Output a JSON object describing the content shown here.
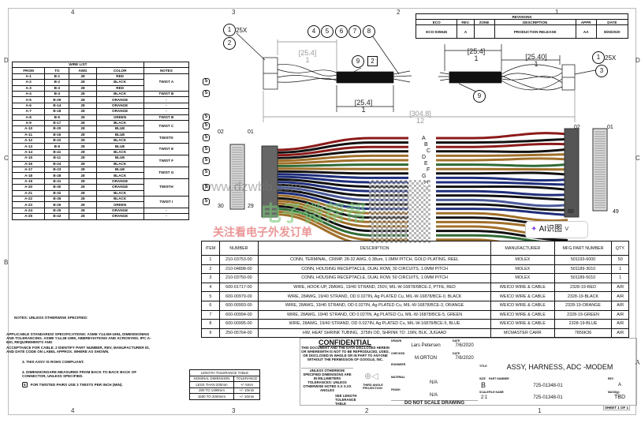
{
  "zones": {
    "top": [
      "4",
      "3",
      "2",
      "1"
    ],
    "side": [
      "D",
      "C",
      "B",
      "A"
    ]
  },
  "wire_list": {
    "title": "WIRE LIST",
    "headers": [
      "FROM",
      "TO",
      "AWG",
      "COLOR",
      "NOTES"
    ],
    "rows": [
      [
        "A-1",
        "B-1",
        "28",
        "RED"
      ],
      [
        "A-2",
        "B-2",
        "28",
        "BLACK"
      ],
      [
        "A-3",
        "B-3",
        "28",
        "RED"
      ],
      [
        "A-4",
        "B-4",
        "28",
        "BLACK"
      ],
      [
        "A-5",
        "B-29",
        "28",
        "ORANGE"
      ],
      [
        "A-6",
        "B-14",
        "28",
        "ORANGE"
      ],
      [
        "A-7",
        "B-18",
        "28",
        "ORANGE"
      ],
      [
        "A-8",
        "B-5",
        "28",
        "GREEN"
      ],
      [
        "A-9",
        "B-17",
        "28",
        "BLACK"
      ],
      [
        "A-10",
        "B-20",
        "28",
        "BLUE"
      ],
      [
        "A-11",
        "B-16",
        "28",
        "BLUE"
      ],
      [
        "A-12",
        "B-22",
        "28",
        "BLACK"
      ],
      [
        "A-13",
        "B-8",
        "28",
        "BLUE"
      ],
      [
        "A-14",
        "B-41",
        "28",
        "BLACK"
      ],
      [
        "A-15",
        "B-11",
        "28",
        "BLUE"
      ],
      [
        "A-16",
        "B-24",
        "28",
        "BLACK"
      ],
      [
        "A-17",
        "B-23",
        "28",
        "BLUE"
      ],
      [
        "A-18",
        "B-28",
        "28",
        "BLACK"
      ],
      [
        "A-19",
        "B-31",
        "28",
        "ORANGE"
      ],
      [
        "A-20",
        "B-30",
        "28",
        "ORANGE"
      ],
      [
        "A-21",
        "B-32",
        "28",
        "BLACK"
      ],
      [
        "A-22",
        "B-35",
        "28",
        "BLACK"
      ],
      [
        "A-23",
        "B-26",
        "28",
        "GREEN"
      ],
      [
        "A-24",
        "B-25",
        "28",
        "ORANGE"
      ],
      [
        "A-25",
        "B-43",
        "28",
        "ORANGE"
      ]
    ],
    "notes": [
      {
        "label": "TWIST A",
        "rows": 3,
        "flag": "5"
      },
      {
        "label": "TWIST B",
        "rows": 1,
        "flag": "5"
      },
      {
        "label": "-",
        "rows": 1
      },
      {
        "label": "-",
        "rows": 1
      },
      {
        "label": "-",
        "rows": 1
      },
      {
        "label": "TWIST B",
        "rows": 1,
        "flag": "5"
      },
      {
        "label": "TWIST C",
        "rows": 2,
        "flag": "5"
      },
      {
        "label": "TWISTD",
        "rows": 2,
        "flag": "5"
      },
      {
        "label": "TWIST E",
        "rows": 2,
        "flag": "5"
      },
      {
        "label": "TWIST F",
        "rows": 2,
        "flag": "5"
      },
      {
        "label": "TWIST G",
        "rows": 2,
        "flag": "5"
      },
      {
        "label": "TWISTH",
        "rows": 3,
        "flag": "5"
      },
      {
        "label": "TWIST I",
        "rows": 2,
        "flag": "5"
      },
      {
        "label": "-",
        "rows": 1
      },
      {
        "label": "-",
        "rows": 1
      }
    ]
  },
  "revisions": {
    "title": "REVISIONS",
    "headers": [
      "ECO",
      "REV.",
      "ZONE",
      "DESCRIPTION",
      "APPR",
      "DATE"
    ],
    "row": [
      "ECO-035945",
      "A",
      "",
      "PRODUCTION RELEASE",
      "AA",
      "8/25/2020"
    ]
  },
  "bom": {
    "headers": [
      "ITEM",
      "NUMBER",
      "DESCRIPTION",
      "MANUFACTURER",
      "MFG PART NUMBER",
      "QTY."
    ],
    "rows": [
      [
        "1",
        "210-03753-00",
        "CONN, TERMINAL, CRIMP, 28-32 AWG, 0.38um, 1.0MM PITCH, GOLD PLATING, REEL",
        "MOLEX",
        "501193-6000",
        "50"
      ],
      [
        "2",
        "210-04898-00",
        "CONN, HOUSING RECEPTACLE, DUAL ROW, 30 CIRCUITS, 1.0MM PITCH",
        "MOLEX",
        "501189-3010",
        "1"
      ],
      [
        "3",
        "210-03750-00",
        "CONN, HOUSING RECEPTACLE, DUAL ROW, 50 CIRCUITS, 1.0MM PITCH",
        "MOLEX",
        "501189-5010",
        "1"
      ],
      [
        "4",
        "600-01717-00",
        "WIRE, HOOK-UP, 28AWG, 19/40 STRAND, 250V, MIL-W-16878/6BCE-2, PTFE, RED",
        "WEICO WIRE & CABLE",
        "2328-19-RED",
        "A/R"
      ],
      [
        "5",
        "600-00979-00",
        "WIRE, 28AWG, 19/40 STRAND, OD 0.027IN, Ag PLATED Cu, MIL-W-16878/BCE-0, BLACK",
        "WEICO WIRE & CABLE",
        "2328-19-BLACK",
        "A/R"
      ],
      [
        "6",
        "600-00993-00",
        "WIRE, 28AWG, 19/40 STRAND, OD 0.027IN, Ag PLATED Cu, MIL-W-16878/BCE-3, ORANGE",
        "WEICO WIRE & CABLE",
        "2328-19-ORANGE",
        "A/R"
      ],
      [
        "7",
        "600-00994-00",
        "WIRE, 28AWG, 19/40 STRAND, OD 0.027IN, Ag PLATED Cu, MIL-W-16878/BCE-5, GREEN",
        "WEICO WIRE & CABLE",
        "2328-19-GREEN",
        "A/R"
      ],
      [
        "8",
        "600-00995-00",
        "WIRE, 28AWG, 19/40 STRAND, OD 0.027IN, Ag PLATED Cu, MIL-W-16878/BCE-5, BLUE",
        "WEICO WIRE & CABLE",
        "2328-19-BLUE",
        "A/R"
      ],
      [
        "9",
        "250-05764-00",
        "HW, HEAT SHRINK TUBING, .375IN OD, SHRINK TO .19IN, BLK, JUGAAD",
        "MCMASTER CARR",
        "7856K36",
        "A/R"
      ]
    ]
  },
  "drawing": {
    "balloons": {
      "b1": "1",
      "b1_qty": "25X",
      "b2": "2",
      "b4": "4",
      "b5": "5",
      "b6": "6",
      "b7": "7",
      "b8": "8",
      "b9a": "9",
      "b9flag": "2",
      "b9b": "9",
      "b3": "3",
      "b1r": "1",
      "b1r_qty": "25X"
    },
    "dims": {
      "d1": "[25.4]",
      "d1b": "1",
      "d2": "[25.4]",
      "d2b": "1",
      "d3": "[304.8]",
      "d3b": "12",
      "d4": "[25.4]",
      "d4b": "1",
      "d5": "[25.40]",
      "d5b": "1"
    },
    "pins": {
      "l_tl": "02",
      "l_tr": "01",
      "l_bl": "30",
      "l_br": "29",
      "r_tl": "02",
      "r_tr": "01",
      "r_bl": "50",
      "r_br": "49"
    },
    "twist_labels": [
      "A",
      "B",
      "C",
      "D",
      "E",
      "F",
      "G",
      "H",
      "I"
    ]
  },
  "notes": {
    "title": "NOTES: UNLESS OTHERWISE SPECIFIED:",
    "n1": "APPLICABLE STANDARDS/ SPECIFICATIONS: ASME Y14.5M-1994, DIMENSIONING AND TOLERANCING. ASME Y14.38-1999, ABBREVIATIONS AND ACRONYMS. IPC-A-620, REQUIREMENTS AND",
    "n2": "ACCEPTANCE FOR CABLE. 2 IDENTIFY PART NUMBER, REV, MANUFACTURER ID, AND DATE CODE ON LABEL APPROX. WHERE AS SHOWN.",
    "n3": "3.   THIS ASSY IS ROHS COMPLIANT.",
    "n4": "4.   DIMENSIONSARE MEASURED FROM BACK TO BACK BACK OF CONNECTOR, UNLESS SPECIFIED.",
    "n5flag": "5",
    "n5": "FOR TWISTED PAIRS USE 3 TWISTS PER INCH (MIN)."
  },
  "length_tolerance": {
    "title": "LENGTH TOLERANCE TABLE",
    "headers": [
      "NOMINAL DIMENSION",
      "TOLERANCE"
    ],
    "rows": [
      [
        "LESS THAN 200mm",
        "+/- 5mm"
      ],
      [
        "200 TO 1499mm",
        "+/- 10mm"
      ],
      [
        "1500 TO 2000mm",
        "+/- 20mm"
      ]
    ]
  },
  "title_block": {
    "confidential": "CONFIDENTIAL",
    "confidential_text": "THIS DOCUMENT AND THE DATA DISCLOSED HEREIN OR WHEREWITH IS NOT TO BE REPRODUCED, USED, OR DISCLOSED IN WHOLE OR IN PART TO ANYONE WITHOUT THE PERMISSION OF GOOGLE, INC.",
    "unless": "UNLESS OTHERWISE SPECIFIED DIMENSIONS ARE IN MILLIMETERS TOLERANCES: UNLESS OTHERWISE NOTED X.X  X.XX ANGLES",
    "see_length": "SEE LENGTH TOLERANCE TABLE",
    "third_angle": "THIRD ANGLE PROJECTION",
    "drawn_label": "DRAWN",
    "drawn": "Lars Petersen",
    "date_label": "DATE",
    "drawn_date": "7/6/2020",
    "checked_label": "CHECKED",
    "checked": "M.ORTON",
    "checked_date": "7/6/2020",
    "engineer_label": "ENGINEER",
    "material_label": "MATERIAL",
    "material": "N/A",
    "finish_label": "FINISH",
    "finish": "N/A",
    "no_scale": "DO NOT SCALE DRAWING",
    "title_label": "TITLE",
    "title": "ASSY, HARNESS, ADC -MODEM",
    "size_label": "SIZE",
    "size": "B",
    "part_label": "PART NUMBER",
    "part": "725-01348-01",
    "rev_label": "REV",
    "rev": "A",
    "scale_label": "SCALE",
    "scale": "2:1",
    "file_label": "FILE NAME",
    "file": "725-01348-01",
    "mass_label": "MASS(g)",
    "mass": "TBD",
    "sheet": "SHEET 1 OF 1"
  },
  "watermark": {
    "url": "www.dzwbb.com",
    "brand": "电子微帮帮",
    "slogan": "关注看电子外发订单",
    "ai_button": "AI识图"
  }
}
